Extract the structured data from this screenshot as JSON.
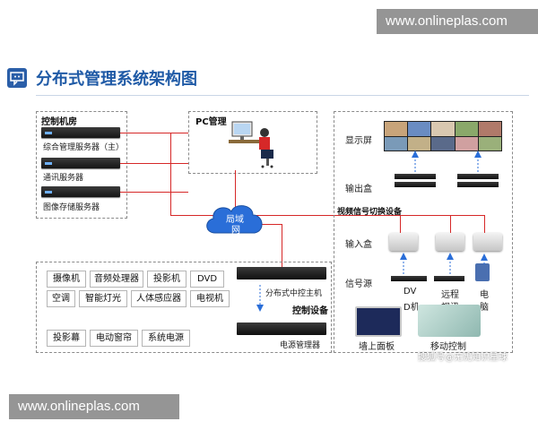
{
  "watermark_top": "www.onlineplas.com",
  "watermark_bottom": "www.onlineplas.com",
  "title": "分布式管理系统架构图",
  "control_room": {
    "label": "控制机房",
    "servers": [
      "综合管理服务器（主）",
      "通讯服务器",
      "图像存储服务器"
    ]
  },
  "pc": {
    "label": "PC管理"
  },
  "lan": {
    "label_line1": "局域",
    "label_line2": "网"
  },
  "right_panel": {
    "display_label": "显示屏",
    "output_label": "输出盒",
    "switch_label": "视频信号切换设备",
    "input_label": "输入盒",
    "source_label": "信号源",
    "sources": [
      "DV",
      "远程",
      "电"
    ],
    "sources_second": [
      "D机",
      "视讯",
      "脑"
    ],
    "wall_panel_label": "墙上面板",
    "mobile_label": "移动控制"
  },
  "devices_chips": [
    "摄像机",
    "音频处理器",
    "投影机",
    "DVD",
    "空调",
    "智能灯光",
    "人体感应器",
    "电视机",
    "投影幕",
    "电动窗帘",
    "系统电源"
  ],
  "controller": {
    "host_label": "分布式中控主机",
    "control_label": "控制设备",
    "power_label": "电源管理器"
  },
  "sohu_watermark": "搜狐号@无忧知识星球",
  "colors": {
    "accent": "#1f5aa6",
    "line": "#d62828",
    "panel_bg": "#2a5ea8"
  }
}
